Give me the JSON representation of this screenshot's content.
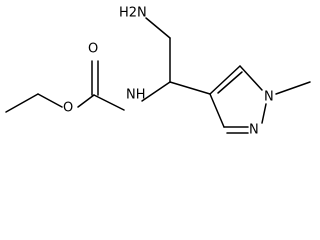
{
  "molecule": {
    "atoms": {
      "amine_n": "H2N",
      "carbamate_o_ester": "O",
      "carbamate_o_carbonyl": "O",
      "carbamate_nh": "NH",
      "pyrazole_n1": "N",
      "pyrazole_n2": "N"
    }
  },
  "colors": {
    "bond": "#000000",
    "label": "#000000",
    "background": "#ffffff"
  }
}
